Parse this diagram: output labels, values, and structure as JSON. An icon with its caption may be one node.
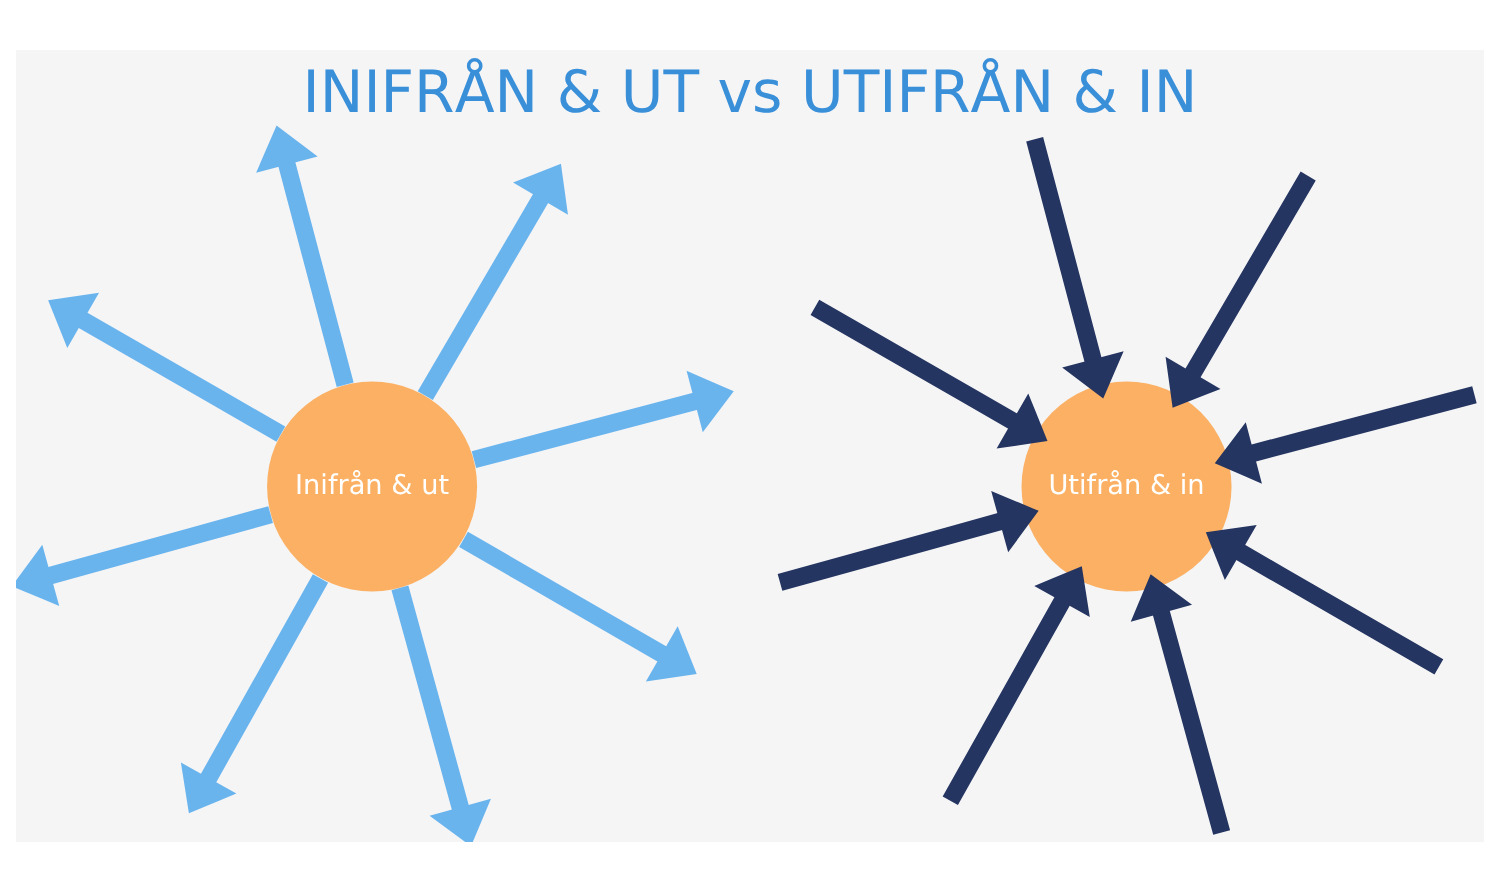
{
  "diagram": {
    "title": "INIFRÅN & UT vs UTIFRÅN & IN",
    "nodes": [
      {
        "text": [
          "Inifrån & ut"
        ]
      },
      {
        "text": [
          "Utifrån & in"
        ]
      }
    ],
    "edges": [
      {
        "from": 0,
        "to": null,
        "arrow": "to",
        "color": "#6ab4ee"
      },
      {
        "from": 0,
        "to": null,
        "arrow": "to",
        "color": "#6ab4ee"
      },
      {
        "from": 0,
        "to": null,
        "arrow": "to",
        "color": "#6ab4ee"
      },
      {
        "from": 0,
        "to": null,
        "arrow": "to",
        "color": "#6ab4ee"
      },
      {
        "from": 0,
        "to": null,
        "arrow": "to",
        "color": "#6ab4ee"
      },
      {
        "from": 0,
        "to": null,
        "arrow": "to",
        "color": "#6ab4ee"
      },
      {
        "from": 0,
        "to": null,
        "arrow": "to",
        "color": "#6ab4ee"
      },
      {
        "from": 0,
        "to": null,
        "arrow": "to",
        "color": "#6ab4ee"
      },
      {
        "from": null,
        "to": 1,
        "arrow": "to",
        "color": "#253561"
      },
      {
        "from": null,
        "to": 1,
        "arrow": "to",
        "color": "#253561"
      },
      {
        "from": null,
        "to": 1,
        "arrow": "to",
        "color": "#253561"
      },
      {
        "from": null,
        "to": 1,
        "arrow": "to",
        "color": "#253561"
      },
      {
        "from": null,
        "to": 1,
        "arrow": "to",
        "color": "#253561"
      },
      {
        "from": null,
        "to": 1,
        "arrow": "to",
        "color": "#253561"
      },
      {
        "from": null,
        "to": 1,
        "arrow": "to",
        "color": "#253561"
      },
      {
        "from": null,
        "to": 1,
        "arrow": "to",
        "color": "#253561"
      }
    ]
  }
}
